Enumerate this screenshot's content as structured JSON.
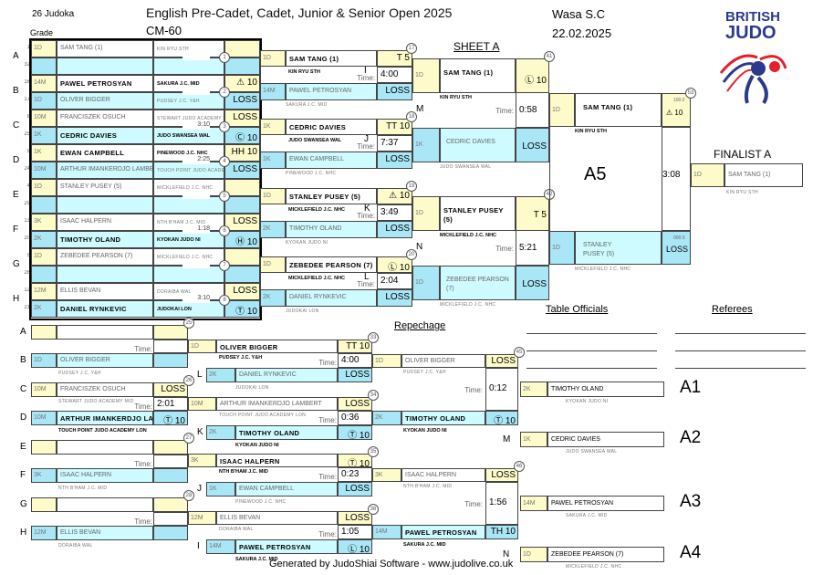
{
  "header": {
    "judoka_count": "26 Judoka",
    "grade_label": "Grade",
    "title": "English Pre-Cadet, Cadet, Junior & Senior Open 2025",
    "category": "CM-60",
    "venue": "Wasa  S.C",
    "date": "22.02.2025",
    "sheet": "SHEET A",
    "logo_line1": "BRITISH",
    "logo_line2": "JUDO",
    "logo_colors": {
      "navy": "#2b3a8c",
      "red": "#e3202b"
    }
  },
  "colors": {
    "white_grade": "#fdfbc9",
    "blue_grade": "#a9e7f7",
    "blue_name": "#cdfbff"
  },
  "time_label": "Time:",
  "round1": [
    {
      "label": "A",
      "num": "1",
      "time": "",
      "top": {
        "seed": "1",
        "grade": "1D",
        "name": "SAM TANG (1)",
        "club": "KIN RYU STH",
        "score": "",
        "bold": false
      },
      "bottom": {
        "seed": "32",
        "grade": "",
        "name": "",
        "club": "",
        "score": "",
        "bold": false
      }
    },
    {
      "label": "B",
      "num": "2",
      "time": "",
      "top": {
        "seed": "16",
        "grade": "14M",
        "name": "PAWEL PETROSYAN",
        "club": "SAKURA J.C. MID",
        "score": "⚠ 10",
        "bold": true
      },
      "bottom": {
        "seed": "17",
        "grade": "1D",
        "name": "OLIVER BIGGER",
        "club": "PUDSEY J.C. Y&H",
        "score": "LOSS",
        "bold": false
      }
    },
    {
      "label": "C",
      "num": "3",
      "time": "3:10",
      "top": {
        "seed": "8",
        "grade": "10M",
        "name": "FRANCISZEK OSUCH",
        "club": "STEWART JUDO ACADEMY MID",
        "score": "LOSS",
        "bold": false
      },
      "bottom": {
        "seed": "25",
        "grade": "1K",
        "name": "CEDRIC DAVIES",
        "club": "JUDO SWANSEA WAL",
        "score": "Ⓒ 10",
        "bold": true
      }
    },
    {
      "label": "D",
      "num": "4",
      "time": "2:25",
      "top": {
        "seed": "9",
        "grade": "1K",
        "name": "EWAN CAMPBELL",
        "club": "PINEWOOD J.C. NHC",
        "score": "HH 10",
        "bold": true
      },
      "bottom": {
        "seed": "24",
        "grade": "10M",
        "name": "ARTHUR IMANKERDJO LAMBERT",
        "club": "TOUCH POINT JUDO ACADEMY LON",
        "score": "LOSS",
        "bold": false
      }
    },
    {
      "label": "E",
      "num": "5",
      "time": "",
      "top": {
        "seed": "4",
        "grade": "1D",
        "name": "STANLEY PUSEY (5)",
        "club": "MICKLEFIELD J.C. NHC",
        "score": "",
        "bold": false
      },
      "bottom": {
        "seed": "29",
        "grade": "",
        "name": "",
        "club": "",
        "score": "",
        "bold": false
      }
    },
    {
      "label": "F",
      "num": "6",
      "time": "1:18",
      "top": {
        "seed": "13",
        "grade": "3K",
        "name": "ISAAC HALPERN",
        "club": "NTH B'HAM J.C. MID",
        "score": "LOSS",
        "bold": false
      },
      "bottom": {
        "seed": "20",
        "grade": "2K",
        "name": "TIMOTHY OLAND",
        "club": "KYOKAN JUDO NI",
        "score": "Ⓗ 10",
        "bold": true
      }
    },
    {
      "label": "G",
      "num": "7",
      "time": "",
      "top": {
        "seed": "5",
        "grade": "1D",
        "name": "ZEBEDEE PEARSON (7)",
        "club": "MICKLEFIELD J.C. NHC",
        "score": "",
        "bold": false
      },
      "bottom": {
        "seed": "28",
        "grade": "",
        "name": "",
        "club": "",
        "score": "",
        "bold": false
      }
    },
    {
      "label": "H",
      "num": "8",
      "time": "3:10",
      "top": {
        "seed": "12",
        "grade": "12M",
        "name": "ELLIS BEVAN",
        "club": "DORAIBA WAL",
        "score": "LOSS",
        "bold": false
      },
      "bottom": {
        "seed": "21",
        "grade": "2K",
        "name": "DANIEL RYNKEVIC",
        "club": "JUDOKAI LON",
        "score": "Ⓣ 10",
        "bold": true
      }
    }
  ],
  "round2": [
    {
      "num": "17",
      "letter": "I",
      "time": "4:00",
      "top": {
        "grade": "1D",
        "name": "SAM TANG (1)",
        "club": "KIN RYU STH",
        "score": "T 5"
      },
      "bottom": {
        "grade": "14M",
        "name": "PAWEL PETROSYAN",
        "club": "SAKURA J.C. MID",
        "score": "LOSS"
      }
    },
    {
      "num": "18",
      "letter": "J",
      "time": "7:37",
      "top": {
        "grade": "1K",
        "name": "CEDRIC DAVIES",
        "club": "JUDO SWANSEA WAL",
        "score": "TT 10"
      },
      "bottom": {
        "grade": "1K",
        "name": "EWAN CAMPBELL",
        "club": "PINEWOOD J.C. NHC",
        "score": "LOSS"
      }
    },
    {
      "num": "19",
      "letter": "K",
      "time": "3:49",
      "top": {
        "grade": "1D",
        "name": "STANLEY PUSEY (5)",
        "club": "MICKLEFIELD J.C. NHC",
        "score": "⚠ 10"
      },
      "bottom": {
        "grade": "2K",
        "name": "TIMOTHY OLAND",
        "club": "KYOKAN JUDO NI",
        "score": "LOSS"
      }
    },
    {
      "num": "20",
      "letter": "L",
      "time": "2:04",
      "top": {
        "grade": "1D",
        "name": "ZEBEDEE PEARSON (7)",
        "club": "MICKLEFIELD J.C. NHC",
        "score": "Ⓛ 10"
      },
      "bottom": {
        "grade": "2K",
        "name": "DANIEL RYNKEVIC",
        "club": "JUDOKAI LON",
        "score": "LOSS"
      }
    }
  ],
  "round3": [
    {
      "num": "41",
      "letter": "M",
      "time": "0:58",
      "top": {
        "grade": "1D",
        "name": "SAM TANG (1)",
        "club": "KIN RYU STH",
        "score": "Ⓛ 10"
      },
      "bottom": {
        "grade": "1K",
        "name": "CEDRIC DAVIES",
        "club": "JUDO SWANSEA WAL",
        "score": "LOSS"
      }
    },
    {
      "num": "42",
      "letter": "N",
      "time": "5:21",
      "top": {
        "grade": "1D",
        "name": "STANLEY PUSEY (5)",
        "club": "MICKLEFIELD J.C. NHC",
        "score": "T 5"
      },
      "bottom": {
        "grade": "1D",
        "name": "ZEBEDEE PEARSON (7)",
        "club": "MICKLEFIELD J.C. NHC",
        "score": "LOSS"
      }
    }
  ],
  "final": {
    "num": "53",
    "label": "A5",
    "time": "3:08",
    "top": {
      "grade": "1D",
      "name": "SAM TANG (1)",
      "club": "KIN RYU STH",
      "score": "⚠ 10",
      "detail": "100:2"
    },
    "bottom": {
      "grade": "1D",
      "name": "STANLEY PUSEY (5)",
      "club": "MICKLEFIELD J.C. NHC",
      "score": "LOSS",
      "detail": "000:3"
    }
  },
  "finalist": {
    "title": "FINALIST A",
    "grade": "1D",
    "name": "SAM TANG (1)",
    "club": "KIN RYU STH"
  },
  "repechage_title": "Repechage",
  "rep1": [
    {
      "num": "25",
      "time": "",
      "top": {
        "label": "A",
        "grade": "",
        "name": "",
        "club": "",
        "score": ""
      },
      "bottom": {
        "label": "B",
        "grade": "1D",
        "name": "OLIVER BIGGER",
        "club": "PUDSEY J.C. Y&H",
        "score": "",
        "bold": false
      }
    },
    {
      "num": "26",
      "time": "2:01",
      "top": {
        "label": "C",
        "grade": "10M",
        "name": "FRANCISZEK OSUCH",
        "club": "STEWART JUDO ACADEMY MID",
        "score": "LOSS"
      },
      "bottom": {
        "label": "D",
        "grade": "10M",
        "name": "ARTHUR IMANKERDJO LAMBERT",
        "club": "TOUCH POINT JUDO ACADEMY LON",
        "score": "Ⓣ 10",
        "bold": true
      }
    },
    {
      "num": "27",
      "time": "",
      "top": {
        "label": "E",
        "grade": "",
        "name": "",
        "club": "",
        "score": ""
      },
      "bottom": {
        "label": "F",
        "grade": "3K",
        "name": "ISAAC HALPERN",
        "club": "NTH B'HAM J.C. MID",
        "score": "",
        "bold": false
      }
    },
    {
      "num": "28",
      "time": "",
      "top": {
        "label": "G",
        "grade": "",
        "name": "",
        "club": "",
        "score": ""
      },
      "bottom": {
        "label": "H",
        "grade": "12M",
        "name": "ELLIS BEVAN",
        "club": "DORAIBA WAL",
        "score": "",
        "bold": false
      }
    }
  ],
  "rep2": [
    {
      "num": "33",
      "letter": "L",
      "time": "4:00",
      "top": {
        "grade": "1D",
        "name": "OLIVER BIGGER",
        "club": "PUDSEY J.C. Y&H",
        "score": "TT 10",
        "bold": true
      },
      "bottom": {
        "grade": "2K",
        "name": "DANIEL RYNKEVIC",
        "club": "JUDOKAI LON",
        "score": "LOSS",
        "bold": false
      }
    },
    {
      "num": "34",
      "letter": "K",
      "time": "0:36",
      "top": {
        "grade": "10M",
        "name": "ARTHUR IMANKERDJO LAMBERT",
        "club": "TOUCH POINT JUDO ACADEMY LON",
        "score": "LOSS",
        "bold": false
      },
      "bottom": {
        "grade": "2K",
        "name": "TIMOTHY OLAND",
        "club": "KYOKAN JUDO NI",
        "score": "Ⓣ 10",
        "bold": true
      }
    },
    {
      "num": "35",
      "letter": "J",
      "time": "0:23",
      "top": {
        "grade": "3K",
        "name": "ISAAC HALPERN",
        "club": "NTH B'HAM J.C. MID",
        "score": "Ⓣ 10",
        "bold": true
      },
      "bottom": {
        "grade": "1K",
        "name": "EWAN CAMPBELL",
        "club": "PINEWOOD J.C. NHC",
        "score": "LOSS",
        "bold": false
      }
    },
    {
      "num": "36",
      "letter": "I",
      "time": "1:05",
      "top": {
        "grade": "12M",
        "name": "ELLIS BEVAN",
        "club": "DORAIBA WAL",
        "score": "LOSS",
        "bold": false
      },
      "bottom": {
        "grade": "14M",
        "name": "PAWEL PETROSYAN",
        "club": "SAKURA J.C. MID",
        "score": "Ⓛ 10",
        "bold": true
      }
    }
  ],
  "rep3": [
    {
      "num": "45",
      "time": "0:12",
      "top": {
        "grade": "1D",
        "name": "OLIVER BIGGER",
        "club": "PUDSEY J.C. Y&H",
        "score": "LOSS"
      },
      "bottom": {
        "grade": "2K",
        "name": "TIMOTHY OLAND",
        "club": "KYOKAN JUDO NI",
        "score": "Ⓣ 10"
      }
    },
    {
      "num": "46",
      "time": "1:56",
      "top": {
        "grade": "3K",
        "name": "ISAAC HALPERN",
        "club": "NTH B'HAM J.C. MID",
        "score": "LOSS"
      },
      "bottom": {
        "grade": "14M",
        "name": "PAWEL PETROSYAN",
        "club": "SAKURA J.C. MID",
        "score": "TH 10"
      }
    }
  ],
  "places": [
    {
      "label": "A1",
      "letter": "",
      "grade": "2K",
      "name": "TIMOTHY OLAND",
      "club": "KYOKAN JUDO NI"
    },
    {
      "label": "A2",
      "letter": "M",
      "grade": "1K",
      "name": "CEDRIC DAVIES",
      "club": "JUDO SWANSEA WAL"
    },
    {
      "label": "A3",
      "letter": "",
      "grade": "14M",
      "name": "PAWEL PETROSYAN",
      "club": "SAKURA J.C. MID"
    },
    {
      "label": "A4",
      "letter": "N",
      "grade": "1D",
      "name": "ZEBEDEE PEARSON (7)",
      "club": "MICKLEFIELD J.C. NHC"
    }
  ],
  "officials": {
    "table_title": "Table Officials",
    "referees_title": "Referees"
  },
  "footer": "Generated by JudoShiai Software - www.judolive.co.uk"
}
